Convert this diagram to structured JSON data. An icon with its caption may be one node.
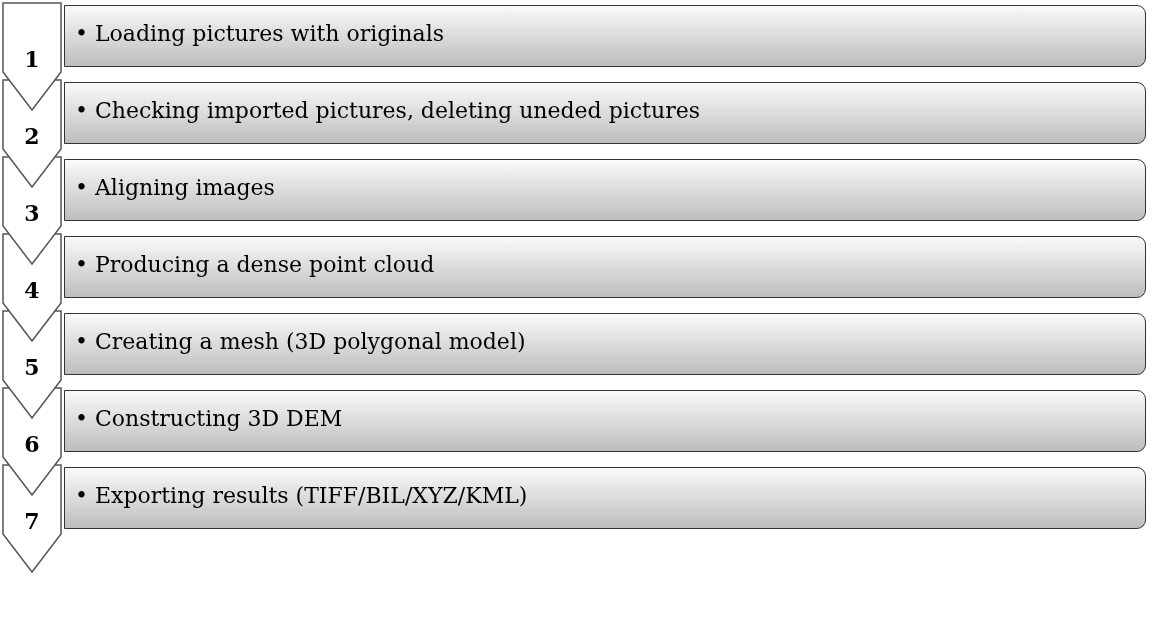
{
  "diagram": {
    "nodes": [
      {
        "text": [
          "1"
        ]
      },
      {
        "text": [
          "• Loading pictures with originals"
        ]
      },
      {
        "text": [
          "2"
        ]
      },
      {
        "text": [
          "• Checking imported pictures, deleting uneded pictures"
        ]
      },
      {
        "text": [
          "3"
        ]
      },
      {
        "text": [
          "• Aligning images"
        ]
      },
      {
        "text": [
          "4"
        ]
      },
      {
        "text": [
          "• Producing a dense point cloud"
        ]
      },
      {
        "text": [
          "5"
        ]
      },
      {
        "text": [
          "• Creating a mesh (3D polygonal model)"
        ]
      },
      {
        "text": [
          "6"
        ]
      },
      {
        "text": [
          "• Constructing 3D DEM"
        ]
      },
      {
        "text": [
          "7"
        ]
      },
      {
        "text": [
          "• Exporting results (TIFF/BIL/XYZ/KML)"
        ]
      }
    ]
  }
}
